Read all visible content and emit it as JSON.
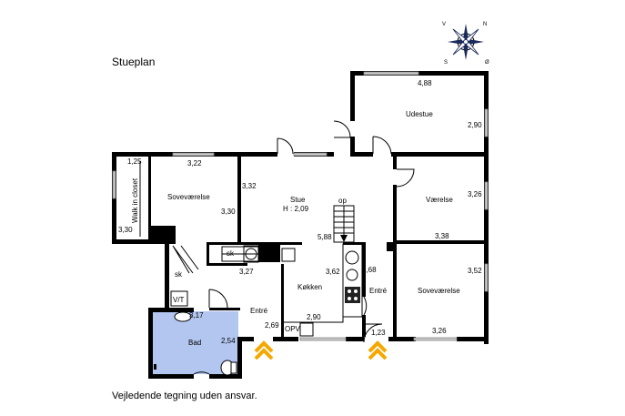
{
  "title": "Stueplan",
  "disclaimer": "Vejledende tegning uden ansvar.",
  "compass": {
    "n": "N",
    "v": "V",
    "s": "S",
    "o": "Ø"
  },
  "colors": {
    "bathroom": "#b3c6f0",
    "wall": "#000000",
    "window": "#c8c8c8",
    "entrance_arrow": "#f5a800"
  },
  "rooms": {
    "udestue": "Udestue",
    "stue": "Stue",
    "stue_height": "H : 2,09",
    "vaerelse": "Værelse",
    "sovevaerelse1": "Soveværelse",
    "sovevaerelse2": "Soveværelse",
    "walkin": "Walk in closet",
    "koekken": "Køkken",
    "entre1": "Entré",
    "entre2": "Entré",
    "bad": "Bad",
    "op": "op",
    "sk1": "sk",
    "sk2": "sk",
    "vt": "V/T",
    "opv": "OPV"
  },
  "dims": {
    "udestue_w": "4,88",
    "udestue_h": "2,90",
    "stue_w": "3,32",
    "stue_l": "5,88",
    "vaerelse_h": "3,26",
    "vaerelse_w": "3,38",
    "sove2_h": "3,52",
    "sove2_w": "3,26",
    "walkin_w": "1,25",
    "walkin_h": "3,30",
    "sove1_w": "3,22",
    "sove1_h": "3,30",
    "koekken_h": "3,62",
    "koekken_w": "2,90",
    "sk_w": "3,27",
    "entre2_h": "3,68",
    "entre2_w": "1,23",
    "entre1_w": "2,69",
    "bad_w": "3,17",
    "bad_h": "2,54"
  }
}
